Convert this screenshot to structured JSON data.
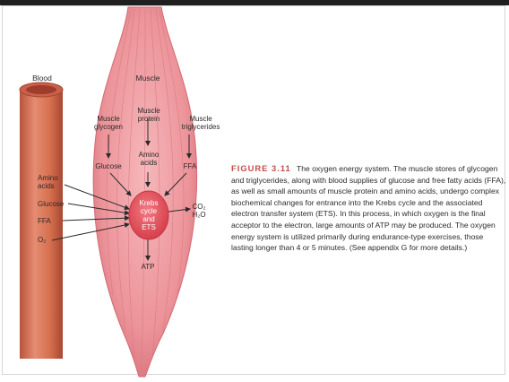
{
  "labels": {
    "blood": "Blood",
    "muscle": "Muscle",
    "muscle_glycogen": "Muscle\nglycogen",
    "muscle_protein": "Muscle\nprotein",
    "muscle_triglycerides": "Muscle\ntriglycerides",
    "glucose_inside": "Glucose",
    "amino_acids_inside": "Amino\nacids",
    "ffa_inside": "FFA",
    "amino_acids_blood": "Amino\nacids",
    "glucose_blood": "Glucose",
    "ffa_blood": "FFA",
    "oxygen_blood": "O₂",
    "krebs_ets": "Krebs\ncycle\nand\nETS",
    "co2_h2o": "CO₂\nH₂O",
    "atp": "ATP"
  },
  "caption": {
    "figure_number": "FIGURE 3.11",
    "text": "The oxygen energy system. The muscle stores of glycogen and triglycerides, along with blood supplies of glucose and free fatty acids (FFA), as well as small amounts of muscle protein and amino acids, undergo complex biochemical changes for entrance into the Krebs cycle and the associated electron transfer system (ETS). In this process, in which oxygen is the final acceptor to the electron, large amounts of ATP may be produced. The oxygen energy system is utilized primarily during endurance-type exercises, those lasting longer than 4 or 5 minutes. (See appendix G for more details.)"
  },
  "colors": {
    "muscle_fill": "#ee9a9e",
    "muscle_dark": "#d8707a",
    "vessel_fill": "#d9735a",
    "krebs_fill": "#e8545e"
  }
}
